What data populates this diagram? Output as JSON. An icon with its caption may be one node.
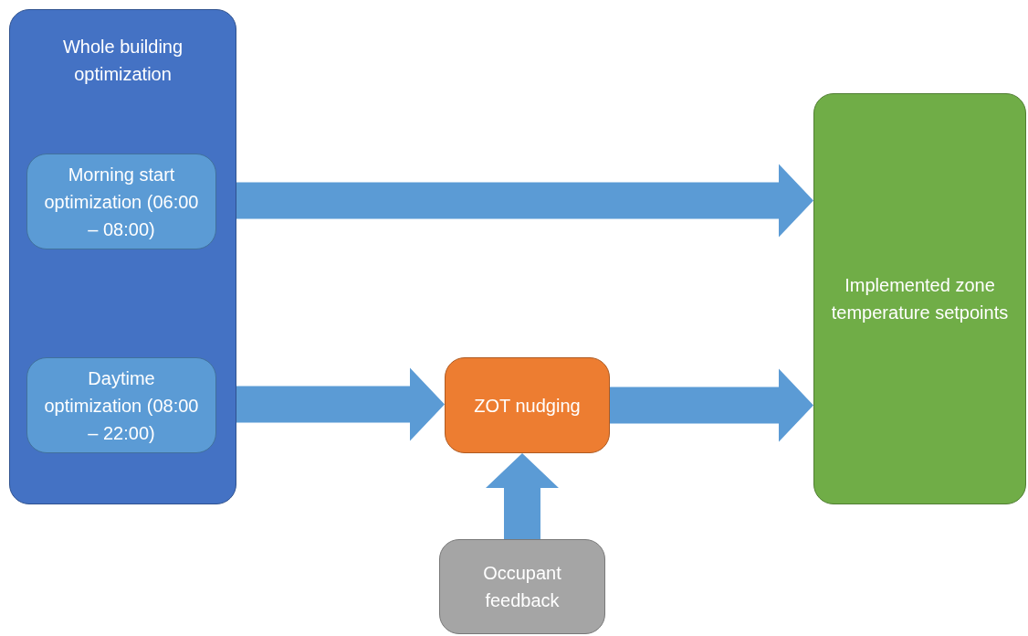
{
  "diagram": {
    "nodes": [
      {
        "text": [
          "Whole building optimization"
        ]
      },
      {
        "text": [
          "Morning start optimization (06:00 – 08:00)"
        ],
        "in": 0
      },
      {
        "text": [
          "Daytime optimization (08:00 – 22:00)"
        ],
        "in": 0
      },
      {
        "text": [
          "ZOT nudging"
        ]
      },
      {
        "text": [
          "Implemented zone temperature setpoints"
        ]
      },
      {
        "text": [
          "Occupant feedback"
        ]
      }
    ],
    "edges": [
      {
        "from": 1,
        "to": 4,
        "arrow": "to"
      },
      {
        "from": 2,
        "to": 3,
        "arrow": "to"
      },
      {
        "from": 3,
        "to": 4,
        "arrow": "to"
      },
      {
        "from": 5,
        "to": 3,
        "arrow": "to"
      }
    ]
  }
}
